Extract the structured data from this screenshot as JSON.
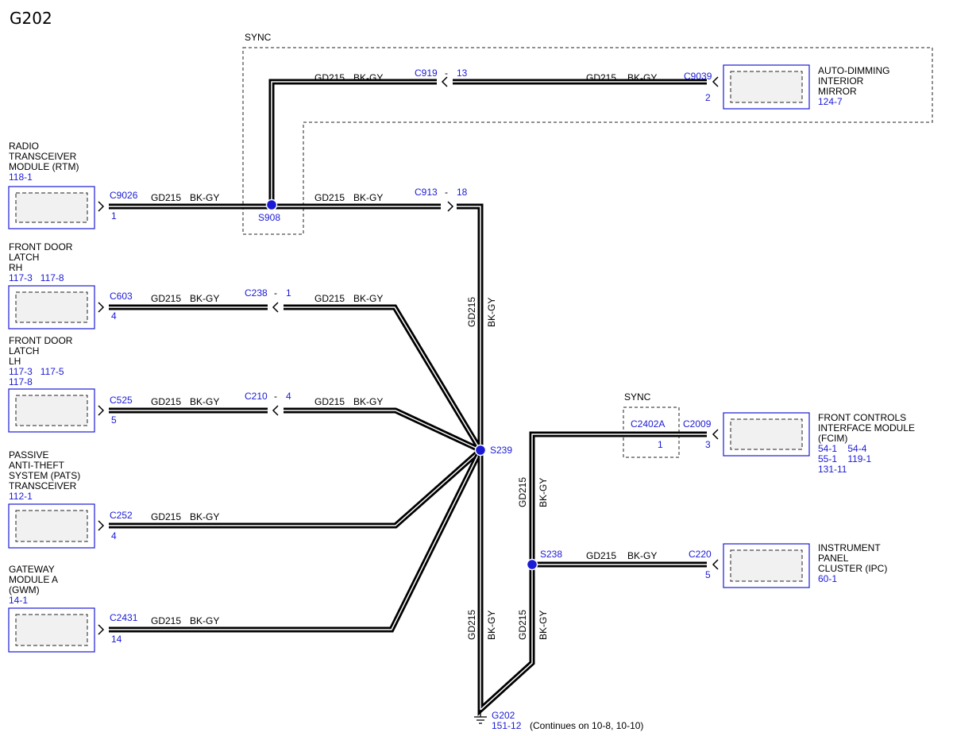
{
  "title": "G202",
  "circuit": "GD215",
  "wire_color": "BK-GY",
  "sync_label": "SYNC",
  "dash": "-",
  "components": {
    "rtm": {
      "lines": [
        "RADIO",
        "TRANSCEIVER",
        "MODULE (RTM)"
      ],
      "refs": [
        "118-1"
      ],
      "connector": "C9026",
      "pin": "1"
    },
    "fdl_rh": {
      "lines": [
        "FRONT DOOR",
        "LATCH",
        "RH"
      ],
      "refs": [
        "117-3   117-8"
      ],
      "connector": "C603",
      "pin": "4"
    },
    "fdl_lh": {
      "lines": [
        "FRONT DOOR",
        "LATCH",
        "LH"
      ],
      "refs": [
        "117-3   117-5",
        "117-8"
      ],
      "connector": "C525",
      "pin": "5"
    },
    "pats": {
      "lines": [
        "PASSIVE",
        "ANTI-THEFT",
        "SYSTEM (PATS)",
        "TRANSCEIVER"
      ],
      "refs": [
        "112-1"
      ],
      "connector": "C252",
      "pin": "4"
    },
    "gwm": {
      "lines": [
        "GATEWAY",
        "MODULE A",
        "(GWM)"
      ],
      "refs": [
        "14-1"
      ],
      "connector": "C2431",
      "pin": "14"
    },
    "mirror": {
      "lines": [
        "AUTO-DIMMING",
        "INTERIOR",
        "MIRROR"
      ],
      "refs": [
        "124-7"
      ],
      "connector": "C9039",
      "pin": "2"
    },
    "fcim": {
      "lines": [
        "FRONT CONTROLS",
        "INTERFACE MODULE",
        "(FCIM)"
      ],
      "refs": [
        "54-1    54-4",
        "55-1    119-1",
        "131-11"
      ],
      "connector": "C2009",
      "pin": "3"
    },
    "ipc": {
      "lines": [
        "INSTRUMENT",
        "PANEL",
        "CLUSTER (IPC)"
      ],
      "refs": [
        "60-1"
      ],
      "connector": "C220",
      "pin": "5"
    }
  },
  "inline_connectors": {
    "c919": {
      "name": "C919",
      "pin": "13"
    },
    "c913": {
      "name": "C913",
      "pin": "18"
    },
    "c238": {
      "name": "C238",
      "pin": "1"
    },
    "c210": {
      "name": "C210",
      "pin": "4"
    },
    "c2402a": {
      "name": "C2402A",
      "pin": "1"
    }
  },
  "splices": {
    "s908": "S908",
    "s239": "S239",
    "s238": "S238"
  },
  "ground": {
    "name": "G202",
    "ref": "151-12",
    "note": "(Continues on 10-8, 10-10)"
  },
  "colors": {
    "wire": "#000000",
    "link": "#1a1ad6",
    "splice": "#1a1ad6",
    "module_fill": "#f1f1f1"
  }
}
